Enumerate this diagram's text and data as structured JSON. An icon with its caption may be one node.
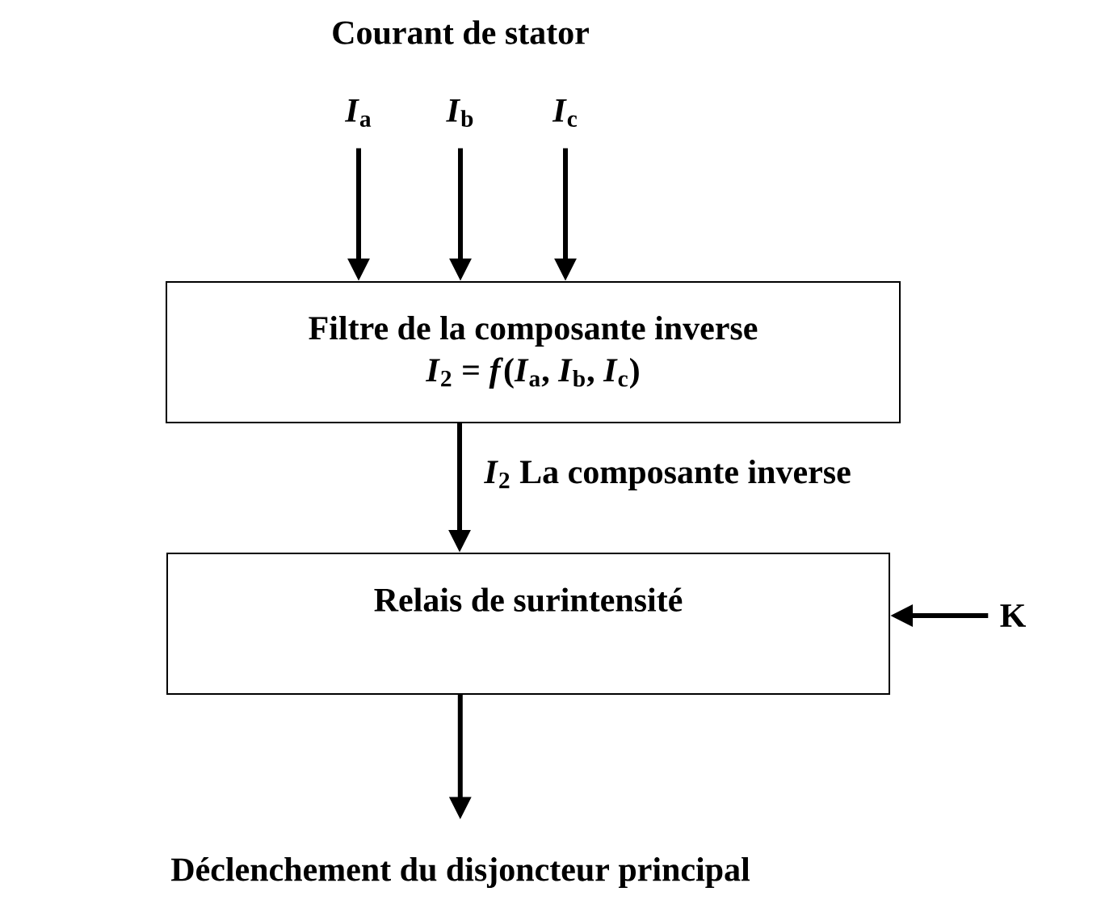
{
  "diagram": {
    "title": "Courant de stator",
    "nodes": [
      {
        "text": [
          "*I*$_{a}$"
        ]
      },
      {
        "text": [
          "*I*$_{b}$"
        ]
      },
      {
        "text": [
          "*I*$_{c}$"
        ]
      },
      {
        "text": [
          "Filtre de la composante inverse",
          "*I*$_{2}$ = *f*(*I*$_{a}$, *I*$_{b}$, *I*$_{c}$)"
        ]
      },
      {
        "text": [
          "Relais de surintensité"
        ]
      },
      {
        "text": [
          "K"
        ]
      },
      {
        "text": [
          "Déclenchement du disjoncteur principal"
        ]
      }
    ],
    "edges": [
      {
        "from": 0,
        "to": 3,
        "arrow": "to"
      },
      {
        "from": 1,
        "to": 3,
        "arrow": "to"
      },
      {
        "from": 2,
        "to": 3,
        "arrow": "to"
      },
      {
        "from": 3,
        "to": 4,
        "arrow": "to",
        "label": "*I*$_{2}$ La composante inverse"
      },
      {
        "from": 5,
        "to": 4,
        "arrow": "to"
      },
      {
        "from": 4,
        "to": 6,
        "arrow": "to"
      }
    ]
  }
}
